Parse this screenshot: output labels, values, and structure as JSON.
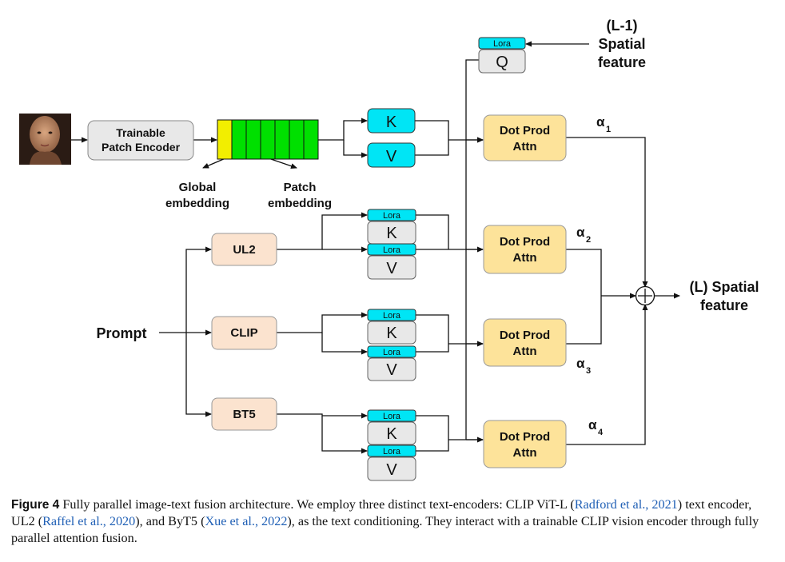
{
  "input": {
    "image_alt": "portrait photo of a woman"
  },
  "blocks": {
    "patch_encoder": [
      "Trainable",
      "Patch Encoder"
    ],
    "global_embedding": [
      "Global",
      "embedding"
    ],
    "patch_embedding": [
      "Patch",
      "embedding"
    ],
    "prompt": "Prompt",
    "encoders": [
      "UL2",
      "CLIP",
      "BT5"
    ],
    "key": "K",
    "value": "V",
    "query": "Q",
    "lora": "Lora",
    "attn": [
      "Dot Prod",
      "Attn"
    ],
    "alpha_symbol": "α",
    "alpha_subscripts": [
      "1",
      "2",
      "3",
      "4"
    ],
    "prev_feature": [
      "(L-1)",
      "Spatial",
      "feature"
    ],
    "out_feature": [
      "(L) Spatial",
      "feature"
    ]
  },
  "colors": {
    "kv_image": "#00e5f5",
    "lora": "#00e5f5",
    "gray_box": "#e8e8e8",
    "encoder": "#fbe3cf",
    "attn": "#fde39a",
    "token_global": "#f2ee00",
    "token_patch": "#00e000"
  },
  "caption": {
    "label": "Figure 4",
    "text_1": " Fully parallel image-text fusion architecture. We employ three distinct text-encoders: CLIP ViT-L (",
    "cite_1": "Radford et al., 2021",
    "text_2": ") text encoder, UL2 (",
    "cite_2": "Raffel et al., 2020",
    "text_3": "), and ByT5 (",
    "cite_3": "Xue et al., 2022",
    "text_4": "), as the text conditioning. They interact with a trainable CLIP vision encoder through fully parallel attention fusion."
  }
}
